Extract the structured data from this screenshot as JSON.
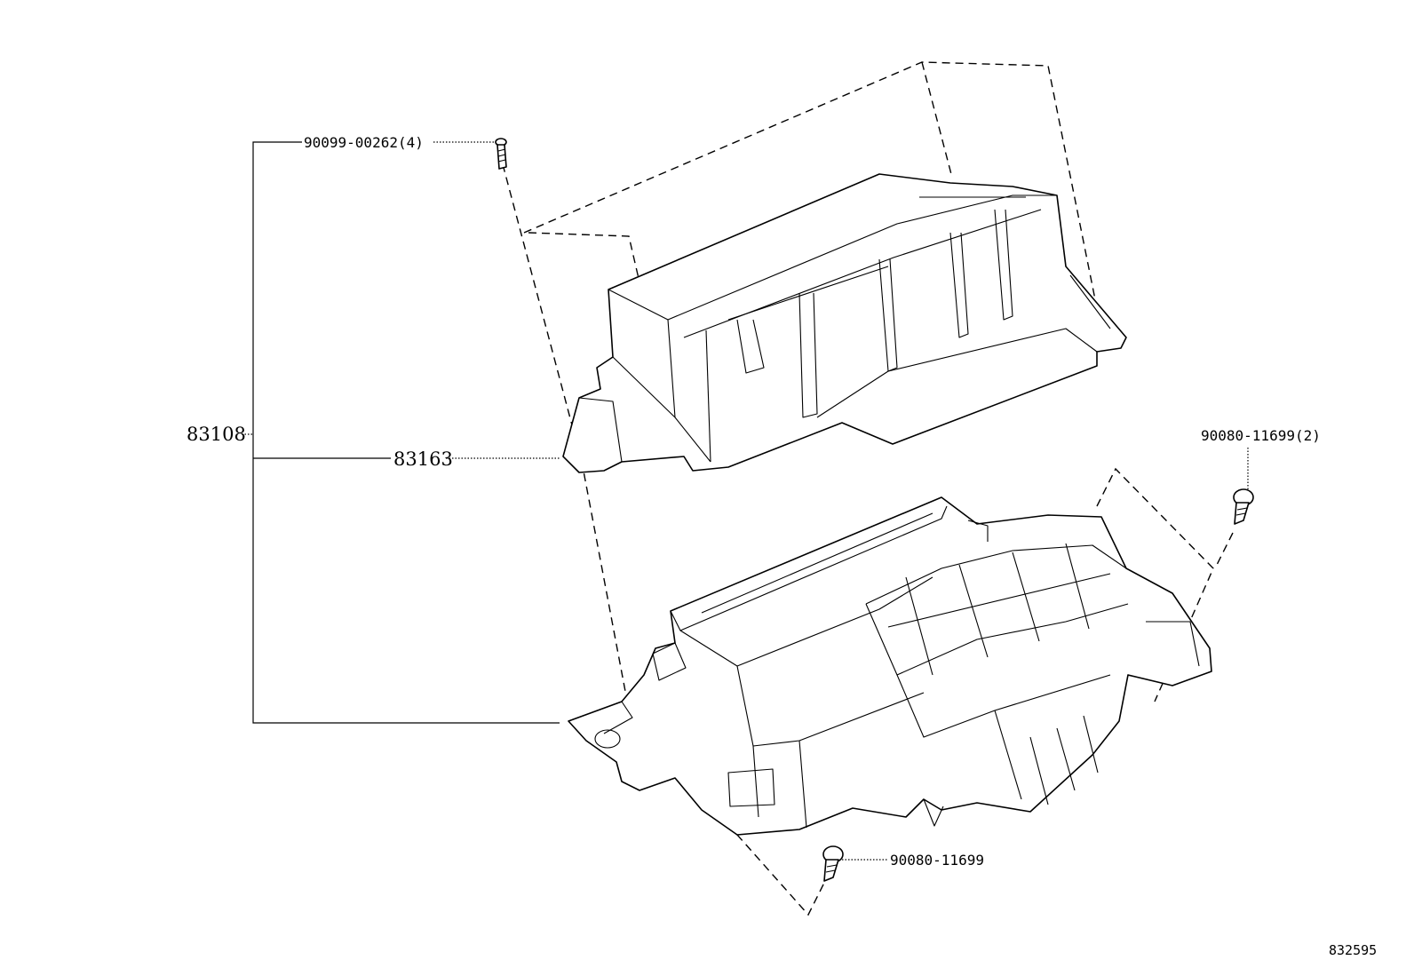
{
  "labels": {
    "assembly": "83108",
    "upper_case": "83163",
    "screw_top": "90099-00262(4)",
    "bolt_right": "90080-11699(2)",
    "bolt_bottom": "90080-11699",
    "diagram_id": "832595"
  }
}
